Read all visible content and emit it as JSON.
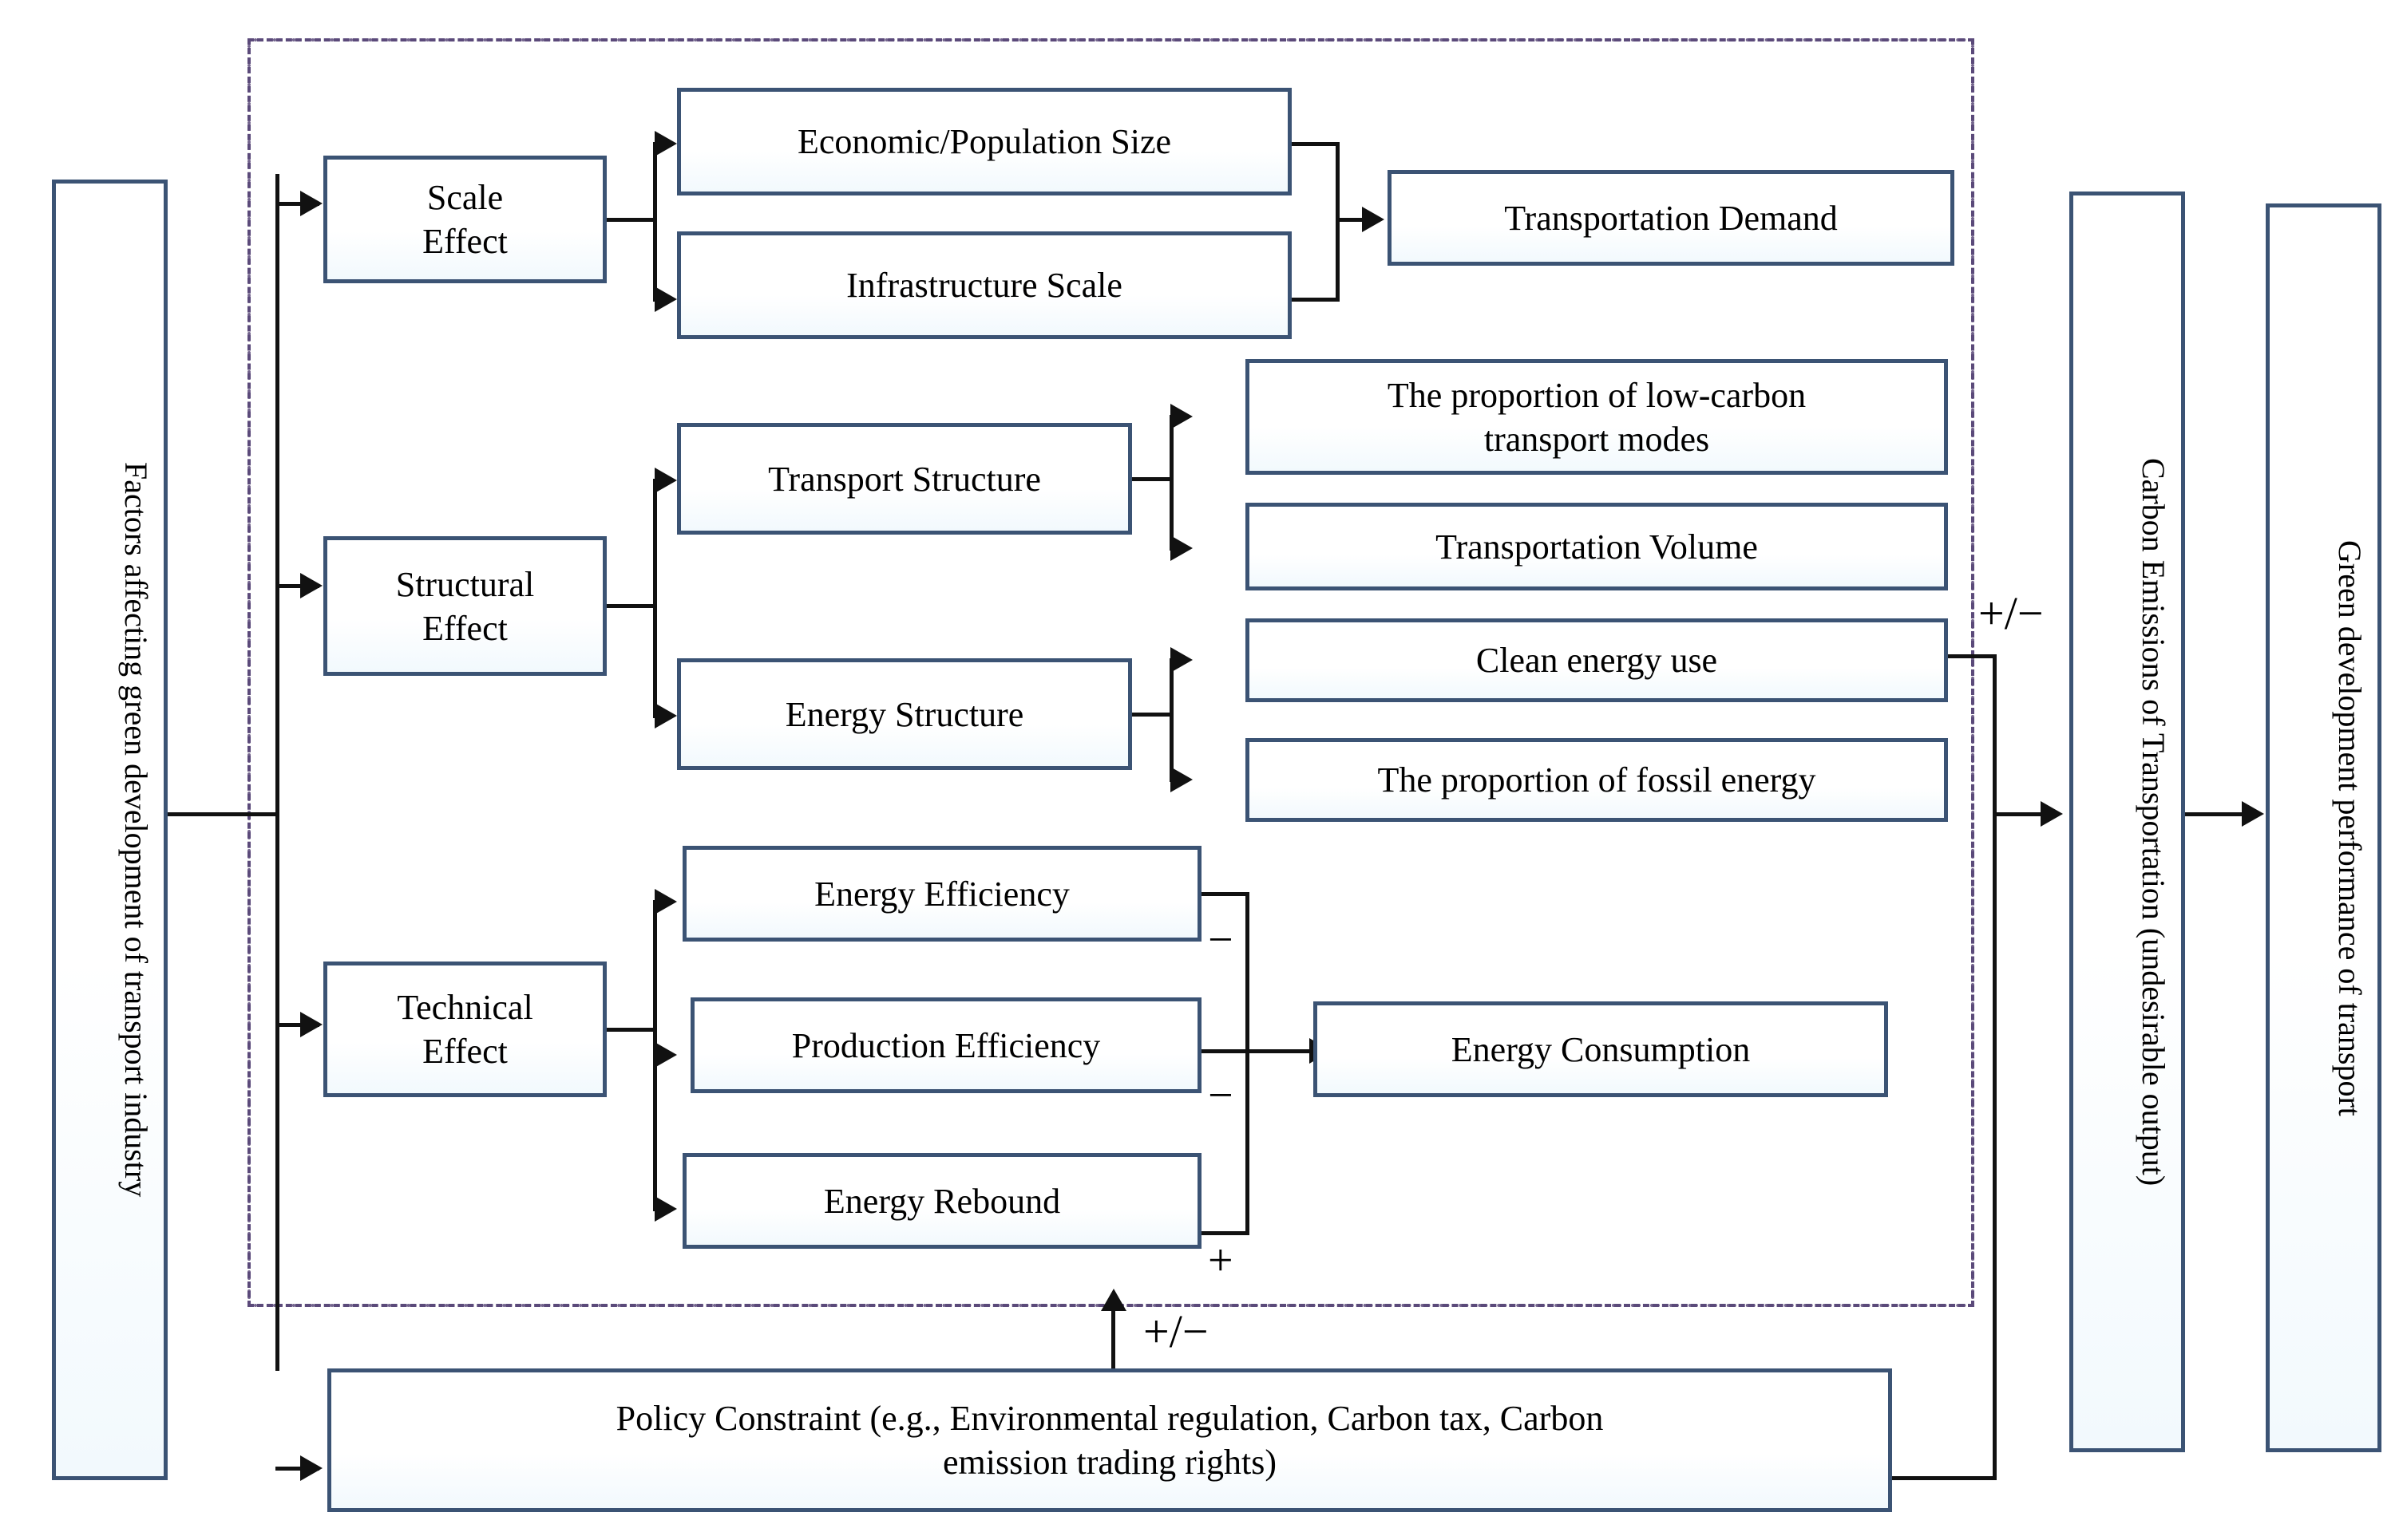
{
  "diagram": {
    "title_present": false,
    "colors": {
      "box_border": "#3b5374",
      "box_fill": "#ffffff",
      "connector": "#111111",
      "dashed_frame": "#5b4a7a"
    },
    "left_input": {
      "label": "Factors affecting green development of transport industry"
    },
    "drivers": [
      {
        "id": "scale",
        "label": "Scale\nEffect"
      },
      {
        "id": "structural",
        "label": "Structural\nEffect"
      },
      {
        "id": "technical",
        "label": "Technical\nEffect"
      }
    ],
    "scale_effect": {
      "label": "Scale Effect",
      "children": [
        {
          "label": "Economic/Population Size"
        },
        {
          "label": "Infrastructure Scale"
        }
      ],
      "outcome": {
        "label": "Transportation Demand"
      }
    },
    "structural_effect": {
      "label": "Structural Effect",
      "branches": [
        {
          "label": "Transport Structure",
          "children": [
            {
              "label": "The proportion of low-carbon transport modes"
            },
            {
              "label": "Transportation Volume"
            }
          ]
        },
        {
          "label": "Energy Structure",
          "children": [
            {
              "label": "Clean energy use"
            },
            {
              "label": "The proportion of fossil energy"
            }
          ]
        }
      ]
    },
    "technical_effect": {
      "label": "Technical Effect",
      "children": [
        {
          "label": "Energy Efficiency",
          "sign": "−"
        },
        {
          "label": "Production Efficiency",
          "sign": "−"
        },
        {
          "label": "Energy Rebound",
          "sign": "+"
        }
      ],
      "outcome": {
        "label": "Energy Consumption"
      }
    },
    "policy": {
      "label": "Policy Constraint (e.g., Environmental regulation, Carbon tax, Carbon emission trading rights)",
      "line1": "Policy Constraint (e.g., Environmental regulation, Carbon tax, Carbon",
      "line2": "emission trading rights)",
      "sign": "+/−"
    },
    "outputs": [
      {
        "id": "emissions",
        "label": "Carbon Emissions of Transportation (undesirable output)"
      },
      {
        "id": "green",
        "label": "Green development performance of transport"
      }
    ],
    "signs": {
      "to_emissions": "+/−",
      "policy_to_system": "+/−",
      "energy_efficiency": "−",
      "production_efficiency": "−",
      "energy_rebound": "+"
    }
  }
}
